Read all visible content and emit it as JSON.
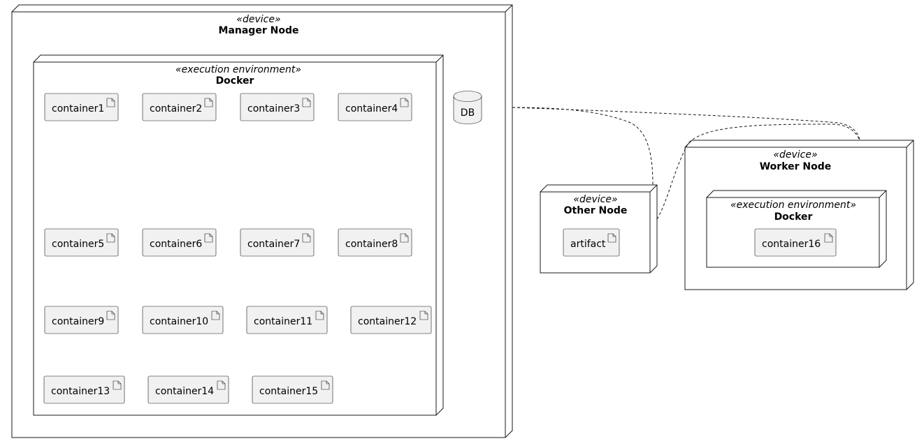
{
  "manager_node": {
    "stereotype": "«device»",
    "name": "Manager Node",
    "docker": {
      "stereotype": "«execution environment»",
      "name": "Docker",
      "containers": [
        "container1",
        "container2",
        "container3",
        "container4",
        "container5",
        "container6",
        "container7",
        "container8",
        "container9",
        "container10",
        "container11",
        "container12",
        "container13",
        "container14",
        "container15"
      ]
    },
    "db": "DB"
  },
  "other_node": {
    "stereotype": "«device»",
    "name": "Other Node",
    "artifact": "artifact"
  },
  "worker_node": {
    "stereotype": "«device»",
    "name": "Worker Node",
    "docker": {
      "stereotype": "«execution environment»",
      "name": "Docker",
      "container": "container16"
    }
  },
  "connections": [
    {
      "from": "Manager Node",
      "to": "Other Node",
      "style": "dashed"
    },
    {
      "from": "Manager Node",
      "to": "Worker Node",
      "style": "dashed"
    },
    {
      "from": "Other Node",
      "to": "Worker Node",
      "style": "dashed"
    }
  ]
}
